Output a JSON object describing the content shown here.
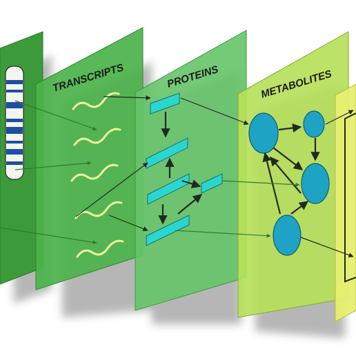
{
  "layers": [
    {
      "id": "genome",
      "label": "",
      "color": "#3c9a3a"
    },
    {
      "id": "transcripts",
      "label": "TRANSCRIPTS",
      "color": "#4cb34a"
    },
    {
      "id": "proteins",
      "label": "PROTEINS",
      "color": "#66c468"
    },
    {
      "id": "metabolites",
      "label": "METABOLITES",
      "color": "#b6e05a"
    },
    {
      "id": "phenotype",
      "label": "",
      "color": "#e6ee70"
    }
  ],
  "colors": {
    "transcript_wave": "#eef3a0",
    "protein_bar": "#2ad6d0",
    "metabolite_node": "#1fa3c4",
    "arrow_dark": "#1f2a1f",
    "arrow_green": "#2e7d2e",
    "chromosome_band": "#1d4fa0"
  }
}
